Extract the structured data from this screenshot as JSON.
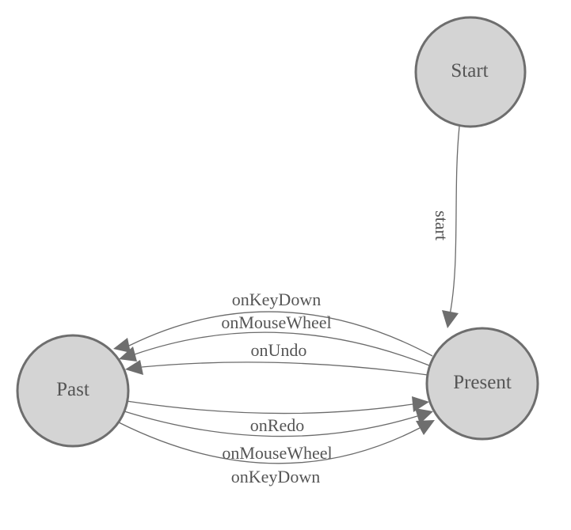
{
  "diagram": {
    "nodes": [
      {
        "id": "start",
        "label": "Start"
      },
      {
        "id": "present",
        "label": "Present"
      },
      {
        "id": "past",
        "label": "Past"
      }
    ],
    "edges": [
      {
        "id": "start-to-present",
        "from": "Start",
        "to": "Present",
        "label": "start"
      },
      {
        "id": "present-to-past-keydown",
        "from": "Present",
        "to": "Past",
        "label": "onKeyDown"
      },
      {
        "id": "present-to-past-mousewheel",
        "from": "Present",
        "to": "Past",
        "label": "onMouseWheel"
      },
      {
        "id": "present-to-past-undo",
        "from": "Present",
        "to": "Past",
        "label": "onUndo"
      },
      {
        "id": "past-to-present-redo",
        "from": "Past",
        "to": "Present",
        "label": "onRedo"
      },
      {
        "id": "past-to-present-mousewheel",
        "from": "Past",
        "to": "Present",
        "label": "onMouseWheel"
      },
      {
        "id": "past-to-present-keydown",
        "from": "Past",
        "to": "Present",
        "label": "onKeyDown"
      }
    ],
    "colors": {
      "background": "#ffffff",
      "node_fill": "#d4d4d4",
      "node_border": "#6e6e6e",
      "edge_line": "#6b6b6b",
      "arrowhead": "#6e6e6e",
      "label_text": "#555555"
    }
  }
}
